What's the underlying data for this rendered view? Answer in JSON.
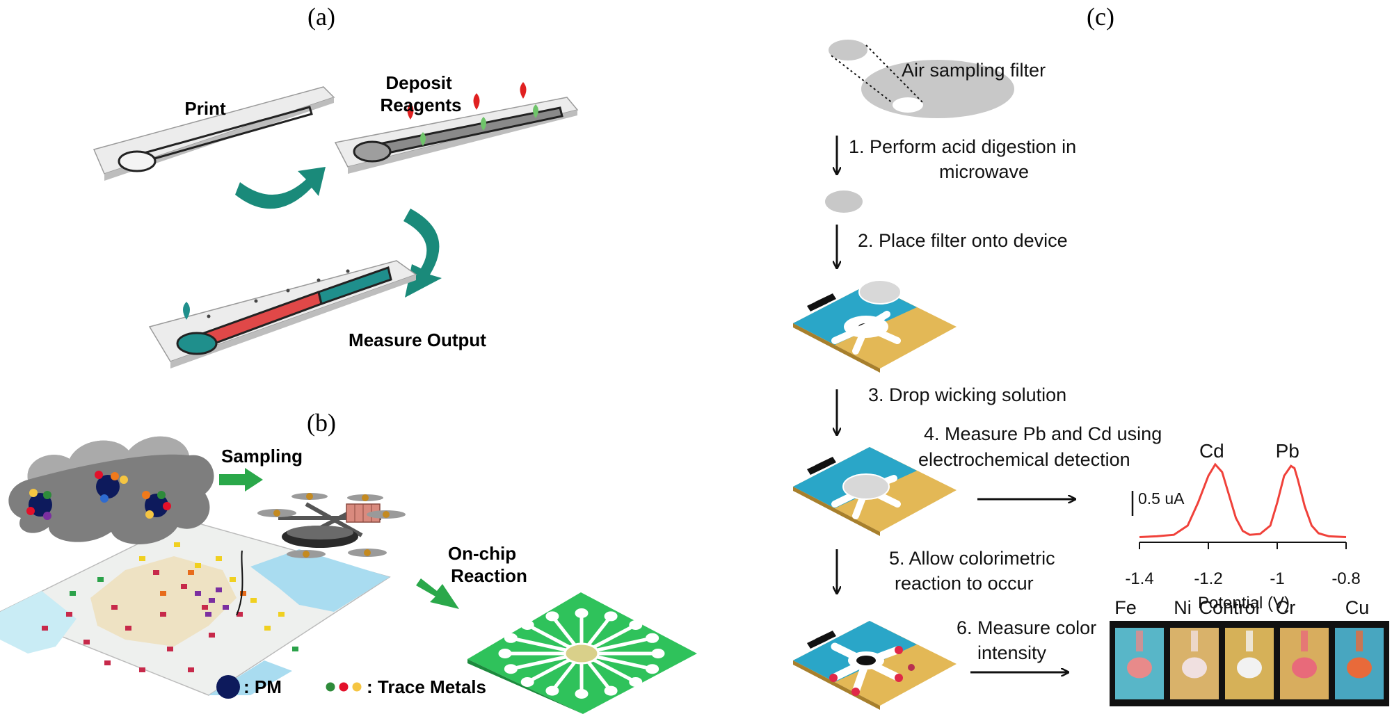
{
  "panels": {
    "a": {
      "label": "(a)",
      "steps": {
        "print": "Print",
        "deposit_line1": "Deposit",
        "deposit_line2": "Reagents",
        "measure": "Measure Output"
      }
    },
    "b": {
      "label": "(b)",
      "sampling": "Sampling",
      "onchip_line1": "On-chip",
      "onchip_line2": "Reaction",
      "legend_pm": ": PM",
      "legend_metals": ": Trace Metals",
      "colors": {
        "pm": "#0d1a5c",
        "green": "#2e8b3a",
        "red": "#e3102a",
        "yellow": "#f5c542",
        "chip": "#2fc25b",
        "arrow": "#2aa84a"
      }
    },
    "c": {
      "label": "(c)",
      "filter_label": "Air sampling filter",
      "step1_line1": "1. Perform acid digestion in",
      "step1_line2": "microwave",
      "step2": "2. Place filter onto device",
      "step3": "3. Drop wicking solution",
      "step4_line1": "4. Measure Pb and Cd using",
      "step4_line2": "electrochemical detection",
      "step5_line1": "5. Allow colorimetric",
      "step5_line2": "reaction to occur",
      "step6_line1": "6. Measure color",
      "step6_line2": "intensity",
      "scale_bar": "0.5 uA",
      "swatches": [
        "Fe",
        "Ni",
        "Control",
        "Cr",
        "Cu"
      ],
      "colors": {
        "device_blue": "#2aa6c8",
        "device_yellow": "#e3b856",
        "trace": "#f0413a"
      }
    }
  },
  "chart_data": {
    "type": "line",
    "xlabel": "Potential (V)",
    "xlim": [
      -1.4,
      -0.8
    ],
    "xticks": [
      -1.4,
      -1.2,
      -1,
      -0.8
    ],
    "peaks": [
      {
        "label": "Cd",
        "x": -1.17
      },
      {
        "label": "Pb",
        "x": -0.95
      }
    ],
    "series": [
      {
        "x": [
          -1.4,
          -1.35,
          -1.3,
          -1.26,
          -1.23,
          -1.2,
          -1.18,
          -1.16,
          -1.14,
          -1.12,
          -1.1,
          -1.08,
          -1.05,
          -1.02,
          -1.0,
          -0.98,
          -0.96,
          -0.95,
          -0.94,
          -0.92,
          -0.9,
          -0.88,
          -0.85,
          -0.8
        ],
        "y": [
          0.05,
          0.06,
          0.08,
          0.2,
          0.5,
          0.85,
          1.0,
          0.9,
          0.6,
          0.3,
          0.13,
          0.08,
          0.09,
          0.2,
          0.5,
          0.85,
          0.98,
          0.95,
          0.8,
          0.45,
          0.2,
          0.1,
          0.06,
          0.05
        ]
      }
    ]
  }
}
